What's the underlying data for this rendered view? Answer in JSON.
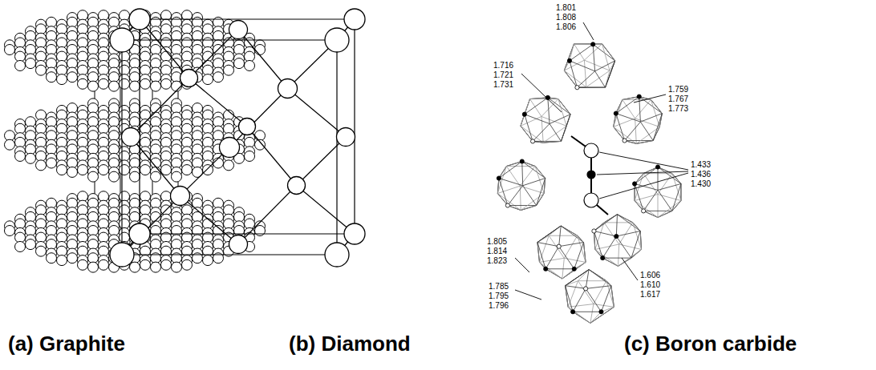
{
  "diagram": {
    "labels": [
      "1.801",
      "1.808",
      "1.806",
      "1.716",
      "1.721",
      "1.731",
      "1.759",
      "1.767",
      "1.773",
      "1.433",
      "1.436",
      "1.430",
      "1.805",
      "1.814",
      "1.823",
      "1.606",
      "1.610",
      "1.617",
      "1.785",
      "1.795",
      "1.796",
      "(a) Graphite",
      "(b) Diamond",
      "(c) Boron carbide"
    ]
  }
}
